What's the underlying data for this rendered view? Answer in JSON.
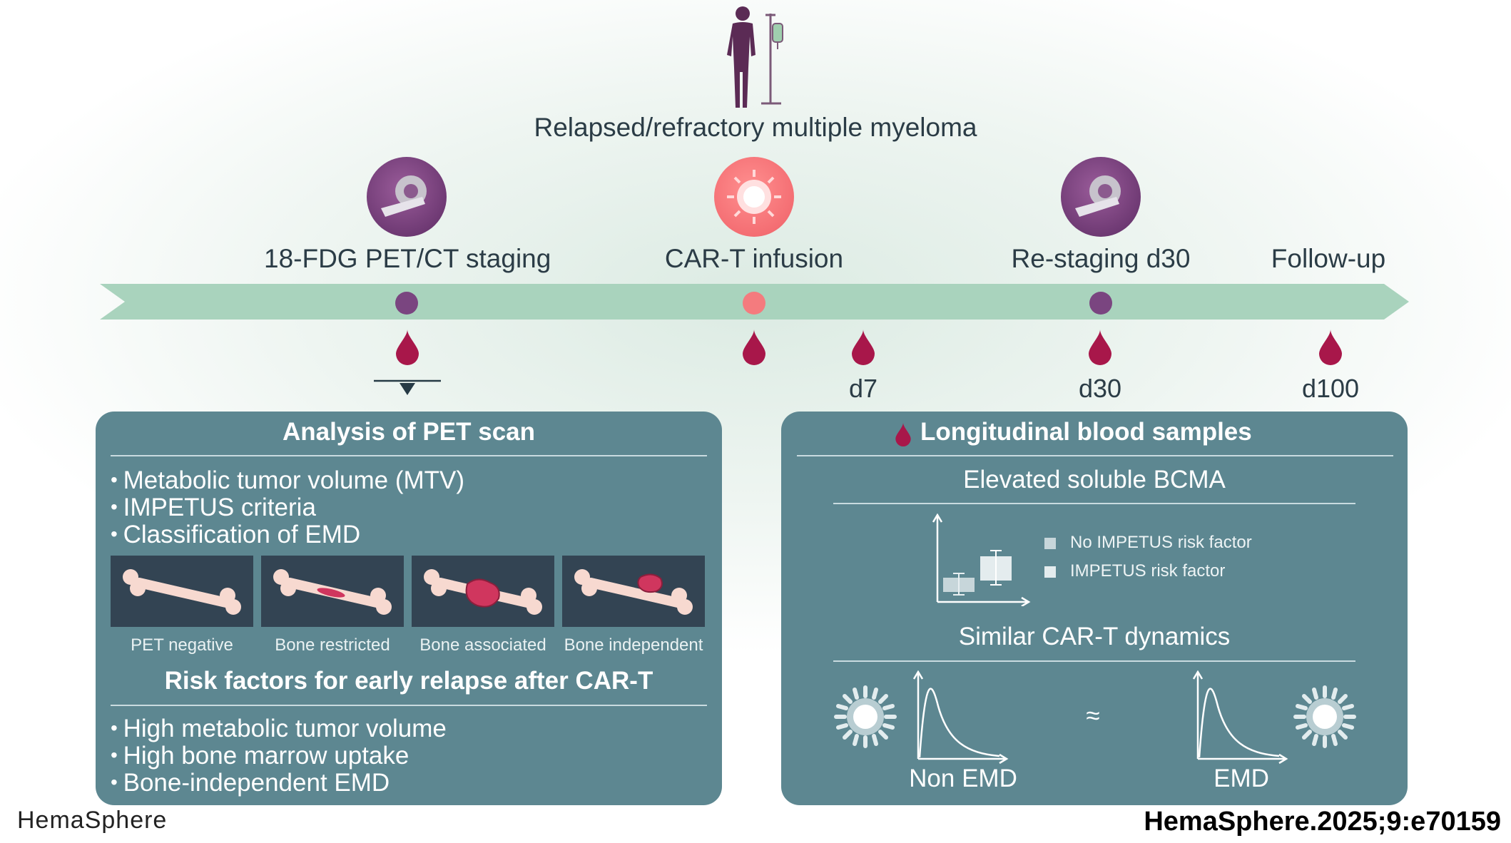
{
  "title": "Relapsed/refractory multiple myeloma",
  "timeline": {
    "stages": [
      {
        "label": "18-FDG PET/CT staging",
        "icon": "pet-scanner-icon"
      },
      {
        "label": "CAR-T infusion",
        "icon": "car-t-cell-icon"
      },
      {
        "label": "Re-staging d30",
        "icon": "pet-scanner-icon"
      },
      {
        "label": "Follow-up"
      }
    ],
    "days": [
      "d7",
      "d30",
      "d100"
    ]
  },
  "pet_panel": {
    "heading": "Analysis of PET scan",
    "bullets": [
      "Metabolic tumor volume (MTV)",
      "IMPETUS criteria",
      "Classification of EMD"
    ],
    "thumbs": [
      "PET negative",
      "Bone restricted",
      "Bone associated",
      "Bone independent"
    ],
    "risk_heading": "Risk factors for early relapse after CAR-T",
    "risk_bullets": [
      "High metabolic tumor volume",
      "High bone marrow uptake",
      "Bone-independent EMD"
    ]
  },
  "blood_panel": {
    "heading": "Longitudinal blood samples",
    "bcma_heading": "Elevated soluble BCMA",
    "legend": [
      "No IMPETUS risk factor",
      "IMPETUS risk factor"
    ],
    "dynamics_heading": "Similar CAR-T dynamics",
    "approx": "≈",
    "left_label": "Non EMD",
    "right_label": "EMD"
  },
  "footer": {
    "brand": "HemaSphere",
    "citation": "HemaSphere.2025;9:e70159"
  },
  "colors": {
    "purple": "#7a4580",
    "pink": "#f47b7e",
    "drop": "#a8174a",
    "panel": "#5d8791",
    "timeline": "#a9d3bd"
  }
}
